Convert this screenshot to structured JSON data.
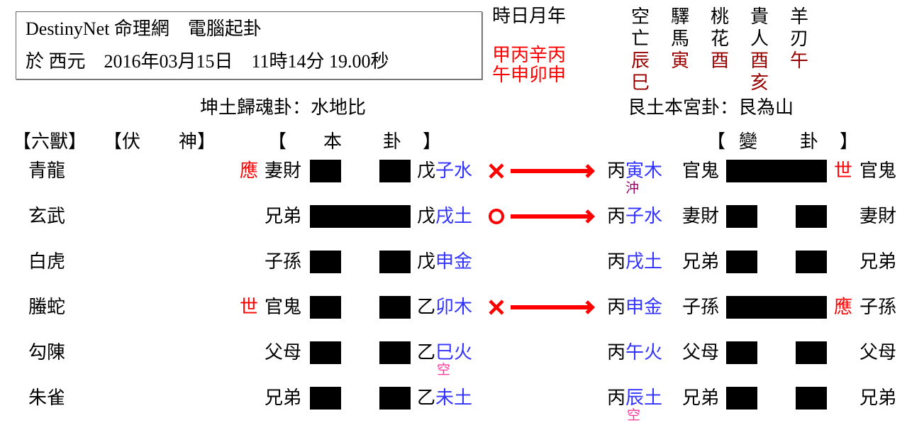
{
  "header": {
    "title": "DestinyNet 命理網　電腦起卦",
    "date_line": "於 西元　2016年03月15日　11時14分 19.00秒"
  },
  "pillars": {
    "label": "時日月年",
    "stems": "甲丙辛丙",
    "branches": "午申卯申"
  },
  "shensha": {
    "columns": [
      {
        "name1": "空",
        "name2": "亡",
        "values": [
          "辰",
          "巳"
        ]
      },
      {
        "name1": "驛",
        "name2": "馬",
        "values": [
          "寅"
        ]
      },
      {
        "name1": "桃",
        "name2": "花",
        "values": [
          "酉"
        ]
      },
      {
        "name1": "貴",
        "name2": "人",
        "values": [
          "酉",
          "亥"
        ]
      },
      {
        "name1": "羊",
        "name2": "刃",
        "values": [
          "午"
        ]
      }
    ]
  },
  "main_gua_title": "坤土歸魂卦：水地比",
  "changed_gua_title": "艮土本宮卦：艮為山",
  "headers": {
    "six_beasts": "【六獸】",
    "fu_shen_open": "【伏",
    "fu_shen_close": "神】",
    "ben_open": "【",
    "ben_1": "本",
    "ben_2": "卦",
    "ben_close": "】",
    "bian_open": "【",
    "bian_1": "變",
    "bian_2": "卦",
    "bian_close": "】"
  },
  "rows": [
    {
      "beast": "青龍",
      "mark": "應",
      "relation": "妻財",
      "line": "yin",
      "stem": "戊",
      "branch": "子水",
      "moving": "x",
      "c_stem": "丙",
      "c_branch": "寅木",
      "c_note": "沖",
      "c_relation": "官鬼",
      "c_line": "yang",
      "c_mark": "世",
      "c_relation2": "官鬼"
    },
    {
      "beast": "玄武",
      "mark": "",
      "relation": "兄弟",
      "line": "yang",
      "stem": "戊",
      "branch": "戌土",
      "moving": "o",
      "c_stem": "丙",
      "c_branch": "子水",
      "c_note": "",
      "c_relation": "妻財",
      "c_line": "yin",
      "c_mark": "",
      "c_relation2": "妻財"
    },
    {
      "beast": "白虎",
      "mark": "",
      "relation": "子孫",
      "line": "yin",
      "stem": "戊",
      "branch": "申金",
      "moving": "",
      "c_stem": "丙",
      "c_branch": "戌土",
      "c_note": "",
      "c_relation": "兄弟",
      "c_line": "yin",
      "c_mark": "",
      "c_relation2": "兄弟"
    },
    {
      "beast": "螣蛇",
      "mark": "世",
      "relation": "官鬼",
      "line": "yin",
      "stem": "乙",
      "branch": "卯木",
      "moving": "x",
      "c_stem": "丙",
      "c_branch": "申金",
      "c_note": "",
      "c_relation": "子孫",
      "c_line": "yang",
      "c_mark": "應",
      "c_relation2": "子孫"
    },
    {
      "beast": "勾陳",
      "mark": "",
      "relation": "父母",
      "line": "yin",
      "stem": "乙",
      "branch": "巳火",
      "note": "空",
      "moving": "",
      "c_stem": "丙",
      "c_branch": "午火",
      "c_note": "",
      "c_relation": "父母",
      "c_line": "yin",
      "c_mark": "",
      "c_relation2": "父母"
    },
    {
      "beast": "朱雀",
      "mark": "",
      "relation": "兄弟",
      "line": "yin",
      "stem": "乙",
      "branch": "未土",
      "moving": "",
      "c_stem": "丙",
      "c_branch": "辰土",
      "c_note": "空",
      "c_relation": "兄弟",
      "c_line": "yin",
      "c_mark": "",
      "c_relation2": "兄弟"
    }
  ],
  "colors": {
    "mark": "#ff0000",
    "branch": "#3333ff",
    "note_kong": "#ff3399",
    "note_chong": "#990066",
    "shensha_value": "#990000",
    "moving": "#ff0000"
  }
}
